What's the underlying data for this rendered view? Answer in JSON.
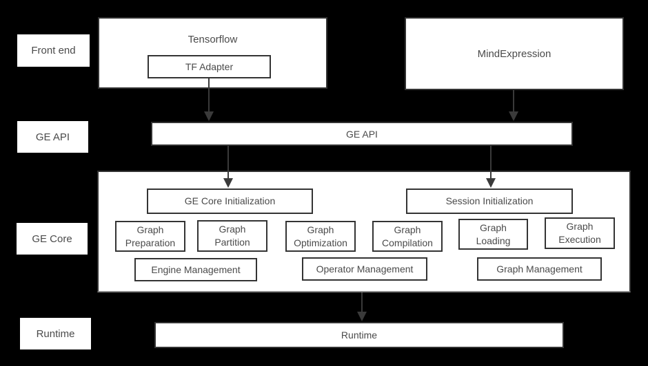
{
  "colors": {
    "background": "#000000",
    "box_fill": "#ffffff",
    "box_border": "#333333",
    "box_border_light": "#8a8a8a",
    "text": "#4a4a4a",
    "arrow": "#3a3a3a"
  },
  "row_labels": {
    "front_end": "Front end",
    "ge_api": "GE API",
    "ge_core": "GE Core",
    "runtime": "Runtime"
  },
  "front_end": {
    "tensorflow_label": "Tensorflow",
    "tf_adapter_label": "TF Adapter",
    "mind_expression_label": "MindExpression"
  },
  "ge_api_bar": {
    "label": "GE API"
  },
  "ge_core": {
    "init_boxes": [
      {
        "label": "GE Core Initialization"
      },
      {
        "label": "Session Initialization"
      }
    ],
    "stages": [
      {
        "label": "Graph Preparation"
      },
      {
        "label": "Graph Partition"
      },
      {
        "label": "Graph Optimization"
      },
      {
        "label": "Graph Compilation"
      },
      {
        "label": "Graph Loading"
      },
      {
        "label": "Graph Execution"
      }
    ],
    "management": [
      {
        "label": "Engine Management"
      },
      {
        "label": "Operator Management"
      },
      {
        "label": "Graph Management"
      }
    ]
  },
  "runtime_bar": {
    "label": "Runtime"
  }
}
